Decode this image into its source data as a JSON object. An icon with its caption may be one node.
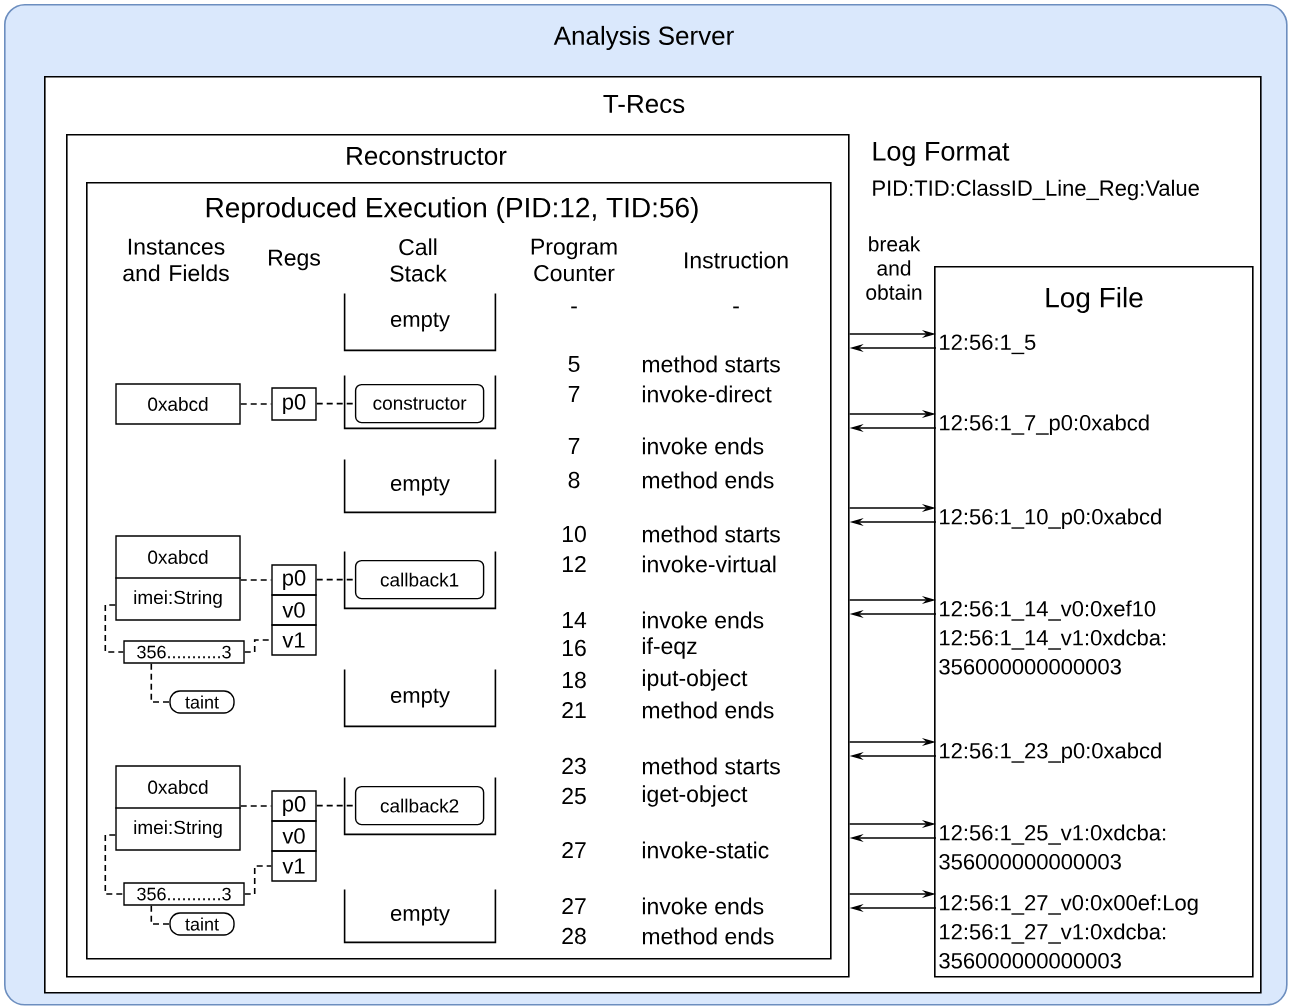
{
  "diagram": {
    "nodes": [
      {
        "text": [
          "Analysis Server"
        ]
      },
      {
        "text": [
          "T-Recs"
        ],
        "in": 0
      },
      {
        "text": [
          "Reconstructor"
        ],
        "in": 1
      },
      {
        "text": [
          "Reproduced Execution (PID:12, TID:56)"
        ],
        "in": 2
      },
      {
        "text": [
          "empty"
        ],
        "in": 3
      },
      {
        "text": [],
        "shape": "box",
        "in": 3
      },
      {
        "text": [
          "constructor"
        ],
        "in": 5
      },
      {
        "text": [
          "0xabcd"
        ],
        "in": 3
      },
      {
        "text": [
          "p0"
        ],
        "in": 3
      },
      {
        "text": [
          "empty"
        ],
        "in": 3
      },
      {
        "text": [
          "0xabcd",
          "imei:String"
        ],
        "in": 3
      },
      {
        "text": [
          "p0"
        ],
        "in": 3
      },
      {
        "text": [
          "v0"
        ],
        "in": 3
      },
      {
        "text": [
          "v1"
        ],
        "in": 3
      },
      {
        "text": [],
        "shape": "box",
        "in": 3
      },
      {
        "text": [
          "callback1"
        ],
        "in": 14
      },
      {
        "text": [
          "356...........3"
        ],
        "in": 3
      },
      {
        "text": [
          "taint"
        ],
        "in": 3
      },
      {
        "text": [
          "empty"
        ],
        "in": 3
      },
      {
        "text": [
          "0xabcd",
          "imei:String"
        ],
        "in": 3
      },
      {
        "text": [
          "p0"
        ],
        "in": 3
      },
      {
        "text": [
          "v0"
        ],
        "in": 3
      },
      {
        "text": [
          "v1"
        ],
        "in": 3
      },
      {
        "text": [],
        "shape": "box",
        "in": 3
      },
      {
        "text": [
          "callback2"
        ],
        "in": 23
      },
      {
        "text": [
          "356...........3"
        ],
        "in": 3
      },
      {
        "text": [
          "taint"
        ],
        "in": 3
      },
      {
        "text": [
          "empty"
        ],
        "in": 3
      },
      {
        "text": [
          "Log File"
        ],
        "in": 1
      },
      {
        "text": [
          "12:56:1_5"
        ],
        "in": 28
      },
      {
        "text": [
          "12:56:1_7_p0:0xabcd"
        ],
        "in": 28
      },
      {
        "text": [
          "12:56:1_10_p0:0xabcd"
        ],
        "in": 28
      },
      {
        "text": [
          "12:56:1_14_v0:0xef10",
          "12:56:1_14_v1:0xdcba: 356000000000003"
        ],
        "in": 28
      },
      {
        "text": [
          "12:56:1_23_p0:0xabcd"
        ],
        "in": 28
      },
      {
        "text": [
          "12:56:1_25_v1:0xdcba: 356000000000003"
        ],
        "in": 28
      },
      {
        "text": [
          "12:56:1_27_v0:0x00ef:Log",
          "12:56:1_27_v1:0xdcba: 356000000000003"
        ],
        "in": 28
      }
    ],
    "edges": [
      {
        "from": 7,
        "to": 8,
        "arrow": "none",
        "style": "dashed"
      },
      {
        "from": 8,
        "to": 6,
        "arrow": "none",
        "style": "dashed"
      },
      {
        "from": 10,
        "to": 11,
        "arrow": "none",
        "style": "dashed"
      },
      {
        "from": 11,
        "to": 15,
        "arrow": "none",
        "style": "dashed"
      },
      {
        "from": 10,
        "to": 16,
        "arrow": "none",
        "style": "dashed"
      },
      {
        "from": 16,
        "to": 13,
        "arrow": "none",
        "style": "dashed"
      },
      {
        "from": 16,
        "to": 17,
        "arrow": "none",
        "style": "dashed"
      },
      {
        "from": 19,
        "to": 20,
        "arrow": "none",
        "style": "dashed"
      },
      {
        "from": 20,
        "to": 24,
        "arrow": "none",
        "style": "dashed"
      },
      {
        "from": 19,
        "to": 25,
        "arrow": "none",
        "style": "dashed"
      },
      {
        "from": 25,
        "to": 22,
        "arrow": "none",
        "style": "dashed"
      },
      {
        "from": 25,
        "to": 26,
        "arrow": "none",
        "style": "dashed"
      },
      {
        "from": 2,
        "to": 29,
        "arrow": "to"
      },
      {
        "from": 29,
        "to": 2,
        "arrow": "to"
      },
      {
        "from": 2,
        "to": 30,
        "arrow": "to"
      },
      {
        "from": 30,
        "to": 2,
        "arrow": "to"
      },
      {
        "from": 2,
        "to": 31,
        "arrow": "to"
      },
      {
        "from": 31,
        "to": 2,
        "arrow": "to"
      },
      {
        "from": 2,
        "to": 32,
        "arrow": "to"
      },
      {
        "from": 32,
        "to": 2,
        "arrow": "to"
      },
      {
        "from": 2,
        "to": 33,
        "arrow": "to"
      },
      {
        "from": 33,
        "to": 2,
        "arrow": "to"
      },
      {
        "from": 2,
        "to": 34,
        "arrow": "to"
      },
      {
        "from": 34,
        "to": 2,
        "arrow": "to"
      },
      {
        "from": 2,
        "to": 35,
        "arrow": "to"
      },
      {
        "from": 35,
        "to": 2,
        "arrow": "to"
      }
    ],
    "labels": [
      "Log Format",
      "PID:TID:ClassID_Line_Reg:Value",
      "break and obtain",
      "Instances and Fields",
      "Regs",
      "Call Stack",
      "Program Counter",
      "Instruction",
      "-",
      "-",
      "5",
      "method starts",
      "7",
      "invoke-direct",
      "7",
      "invoke ends",
      "8",
      "method ends",
      "10",
      "method starts",
      "12",
      "invoke-virtual",
      "14",
      "invoke ends",
      "16",
      "if-eqz",
      "18",
      "iput-object",
      "21",
      "method ends",
      "23",
      "method starts",
      "25",
      "iget-object",
      "27",
      "invoke-static",
      "27",
      "invoke ends",
      "28",
      "method ends"
    ]
  }
}
